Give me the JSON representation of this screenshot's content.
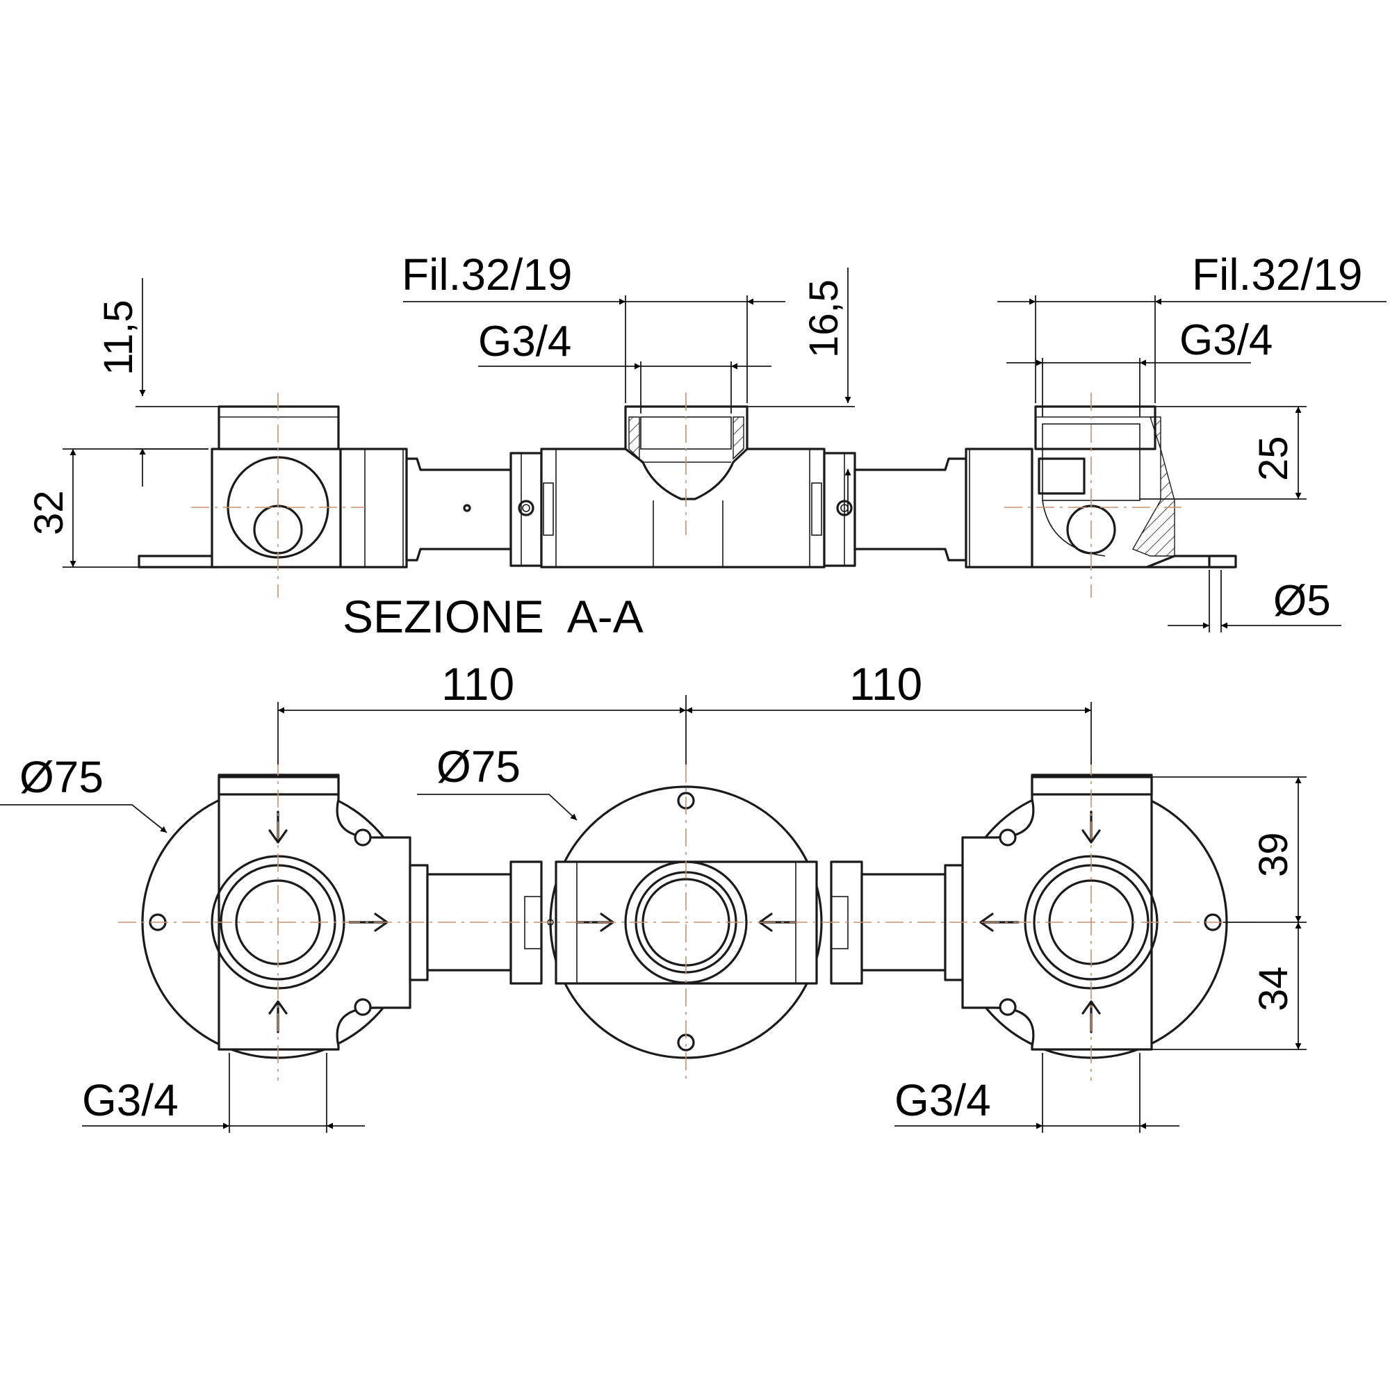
{
  "section_view": {
    "title": "SEZIONE  A-A",
    "dims": {
      "left_top": "11,5",
      "left_height": "32",
      "mid_thread": "Fil.32/19",
      "mid_pipe": "G3/4",
      "mid_offset": "16,5",
      "right_thread": "Fil.32/19",
      "right_pipe": "G3/4",
      "right_height": "25",
      "hole": "Ø5"
    }
  },
  "plan_view": {
    "dims": {
      "spacing_left": "110",
      "spacing_right": "110",
      "left_plate": "Ø75",
      "center_plate": "Ø75",
      "upper_height": "39",
      "lower_height": "34",
      "left_pipe": "G3/4",
      "right_pipe": "G3/4"
    }
  }
}
